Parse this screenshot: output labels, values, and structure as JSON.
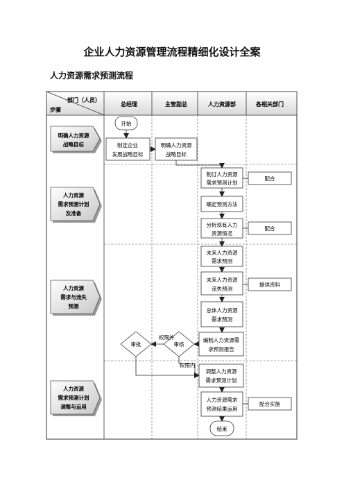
{
  "title": "企业人力资源管理流程精细化设计全案",
  "subtitle": "人力资源需求预测流程",
  "header": {
    "dept_label": "部门（人员）",
    "step_label": "步骤",
    "lanes": [
      "总经理",
      "主管副总",
      "人力资源部",
      "各相关部门"
    ]
  },
  "steps": [
    [
      "明确人力资源",
      "战略目标"
    ],
    [
      "人力资源",
      "需求预测计划",
      "及准备"
    ],
    [
      "人力资源",
      "需求与流失",
      "预测"
    ],
    [
      "人力资源",
      "需求预测计划",
      "调整与运用"
    ]
  ],
  "nodes": {
    "start": "开始",
    "ceo_strategy": [
      "制定企业",
      "发展战略目标"
    ],
    "vp_strategy": [
      "明确人力资源",
      "战略目标"
    ],
    "plan": [
      "制订人力资源",
      "需求预测计划"
    ],
    "method": "确定预测方法",
    "analyze": [
      "分析现有人力",
      "资源情况"
    ],
    "future_demand": [
      "未来人力资源",
      "需求预测"
    ],
    "future_loss": [
      "未来人力资源",
      "流失预测"
    ],
    "total_demand": [
      "总体人力资源",
      "需求预测"
    ],
    "report": [
      "编制人力资源需",
      "求预测报告"
    ],
    "approve": "审批",
    "review": "审核",
    "adjust": [
      "调整人力资源",
      "需求预测计划"
    ],
    "apply": [
      "人力资源需求",
      "预测结果运用"
    ],
    "end": "结束",
    "cooperate_1": "配合",
    "cooperate_2": "配合",
    "provide_info": "提供资料",
    "cooperate_implement": "配合实施"
  },
  "labels": {
    "over_authority": "权限外",
    "within_authority": "权限内"
  }
}
